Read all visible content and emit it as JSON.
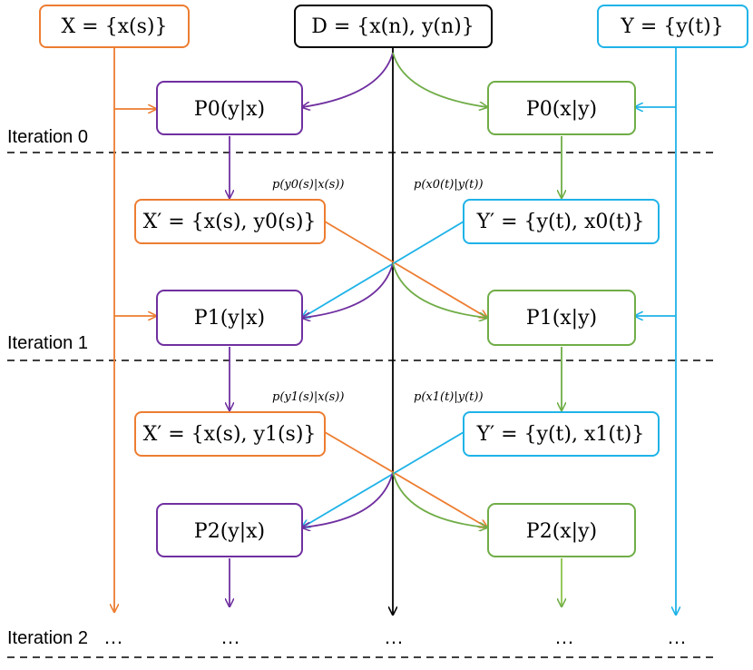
{
  "colors": {
    "source": "#ed7d31",
    "target": "#1fb3e8",
    "forward_model": "#7030a0",
    "backward_model": "#70ad47",
    "paired_data": "#000000"
  },
  "top": {
    "x_set": "X = {x(s)}",
    "d_set": "D = {x(n), y(n)}",
    "y_set": "Y = {y(t)}"
  },
  "models": {
    "p0_yx": "P0(y|x)",
    "p0_xy": "P0(x|y)",
    "p1_yx": "P1(y|x)",
    "p1_xy": "P1(x|y)",
    "p2_yx": "P2(y|x)",
    "p2_xy": "P2(x|y)"
  },
  "pseudo": {
    "x0": "X′ = {x(s), y0(s)}",
    "y0": "Y′ = {y(t), x0(t)}",
    "x1": "X′ = {x(s), y1(s)}",
    "y1": "Y′ = {y(t), x1(t)}"
  },
  "annotations": {
    "p_y0": "p(y0(s)|x(s))",
    "p_x0": "p(x0(t)|y(t))",
    "p_y1": "p(y1(s)|x(s))",
    "p_x1": "p(x1(t)|y(t))"
  },
  "iterations": [
    "Iteration 0",
    "Iteration 1",
    "Iteration 2"
  ],
  "ellipsis": "…"
}
